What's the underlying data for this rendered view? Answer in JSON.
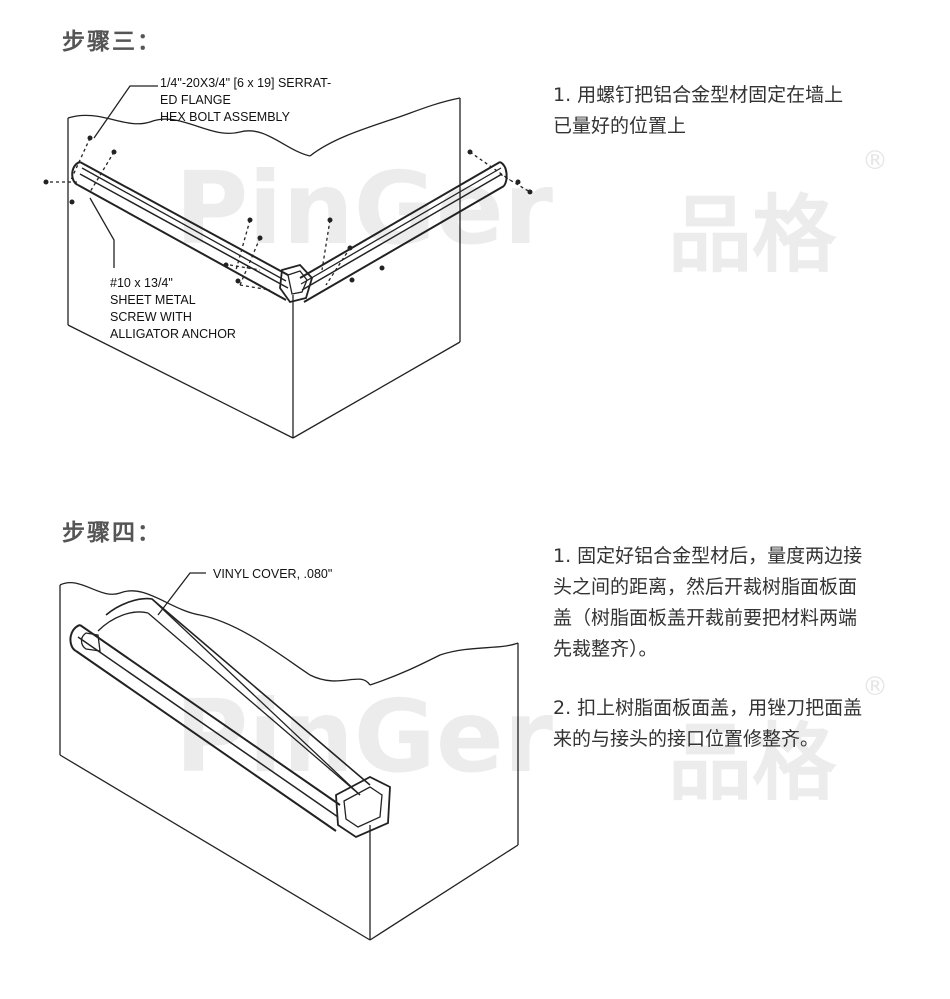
{
  "watermark": {
    "brand_latin": "PinGer",
    "brand_cn": "品格",
    "registered": "®"
  },
  "step3": {
    "title": "步骤三：",
    "callouts": {
      "bolt": [
        "1/4\"-20X3/4\" [6 x 19] SERRAT-",
        "ED FLANGE",
        "HEX BOLT ASSEMBLY"
      ],
      "screw": [
        "#10 x 13/4\"",
        "SHEET METAL",
        "SCREW WITH",
        "ALLIGATOR ANCHOR"
      ]
    },
    "instructions": [
      "1. 用螺钉把铝合金型材固定在墙上已量好的位置上"
    ]
  },
  "step4": {
    "title": "步骤四：",
    "callouts": {
      "cover": [
        "VINYL COVER, .080\""
      ]
    },
    "instructions": [
      "1. 固定好铝合金型材后，量度两边接头之间的距离，然后开裁树脂面板面盖（树脂面板盖开裁前要把材料两端先裁整齐）。",
      "2. 扣上树脂面板面盖，用锉刀把面盖来的与接头的接口位置修整齐。"
    ]
  }
}
